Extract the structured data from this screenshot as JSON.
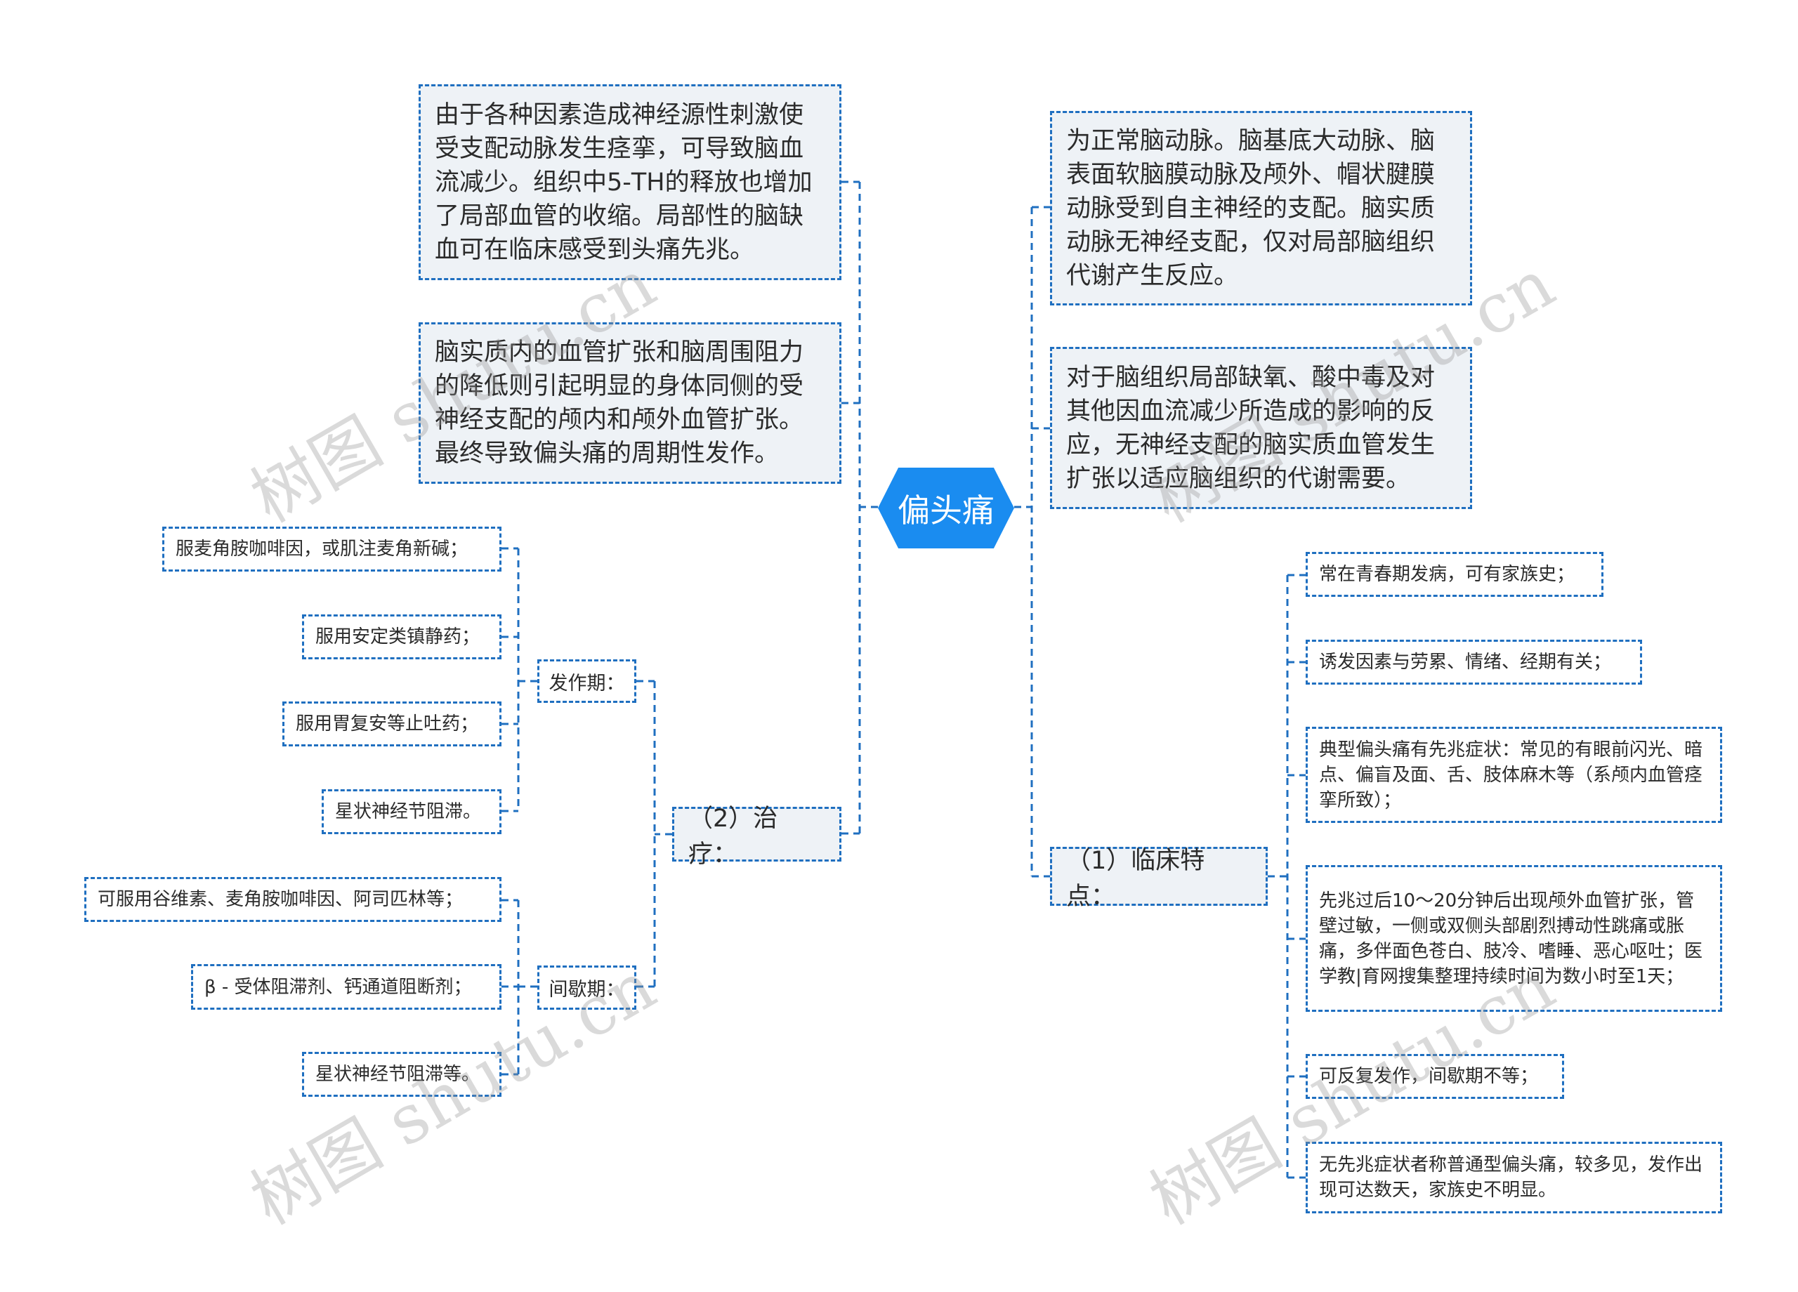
{
  "root": "偏头痛",
  "left": {
    "nodes": [
      "由于各种因素造成神经源性刺激使受支配动脉发生痉挛，可导致脑血流减少。组织中5-TH的释放也增加了局部血管的收缩。局部性的脑缺血可在临床感受到头痛先兆。",
      "脑实质内的血管扩张和脑周围阻力的降低则引起明显的身体同侧的受神经支配的颅内和颅外血管扩张。最终导致偏头痛的周期性发作。"
    ],
    "treatment": {
      "label": "（2）治疗：",
      "attack": {
        "label": "发作期：",
        "items": [
          "服麦角胺咖啡因，或肌注麦角新碱；",
          "服用安定类镇静药；",
          "服用胃复安等止吐药；",
          "星状神经节阻滞。"
        ]
      },
      "interval": {
        "label": "间歇期：",
        "items": [
          "可服用谷维素、麦角胺咖啡因、阿司匹林等；",
          "β - 受体阻滞剂、钙通道阻断剂；",
          "星状神经节阻滞等。"
        ]
      }
    }
  },
  "right": {
    "nodes": [
      "为正常脑动脉。脑基底大动脉、脑表面软脑膜动脉及颅外、帽状腱膜动脉受到自主神经的支配。脑实质动脉无神经支配，仅对局部脑组织代谢产生反应。",
      "对于脑组织局部缺氧、酸中毒及对其他因血流减少所造成的影响的反应，无神经支配的脑实质血管发生扩张以适应脑组织的代谢需要。"
    ],
    "clinical": {
      "label": "（1）临床特点：",
      "items": [
        "常在青春期发病，可有家族史；",
        "诱发因素与劳累、情绪、经期有关；",
        "典型偏头痛有先兆症状：常见的有眼前闪光、暗点、偏盲及面、舌、肢体麻木等（系颅内血管痉挛所致）；",
        "先兆过后10～20分钟后出现颅外血管扩张，管壁过敏，一侧或双侧头部剧烈搏动性跳痛或胀痛，多伴面色苍白、肢冷、嗜睡、恶心呕吐；医学教|育网搜集整理持续时间为数小时至1天；",
        "可反复发作，间歇期不等；",
        "无先兆症状者称普通型偏头痛，较多见，发作出现可达数天，家族史不明显。"
      ]
    }
  },
  "watermark": "树图 shutu.cn",
  "colors": {
    "root": "#1a8cf0",
    "line": "#1f6fc0",
    "node_fill": "#eef2f6"
  }
}
